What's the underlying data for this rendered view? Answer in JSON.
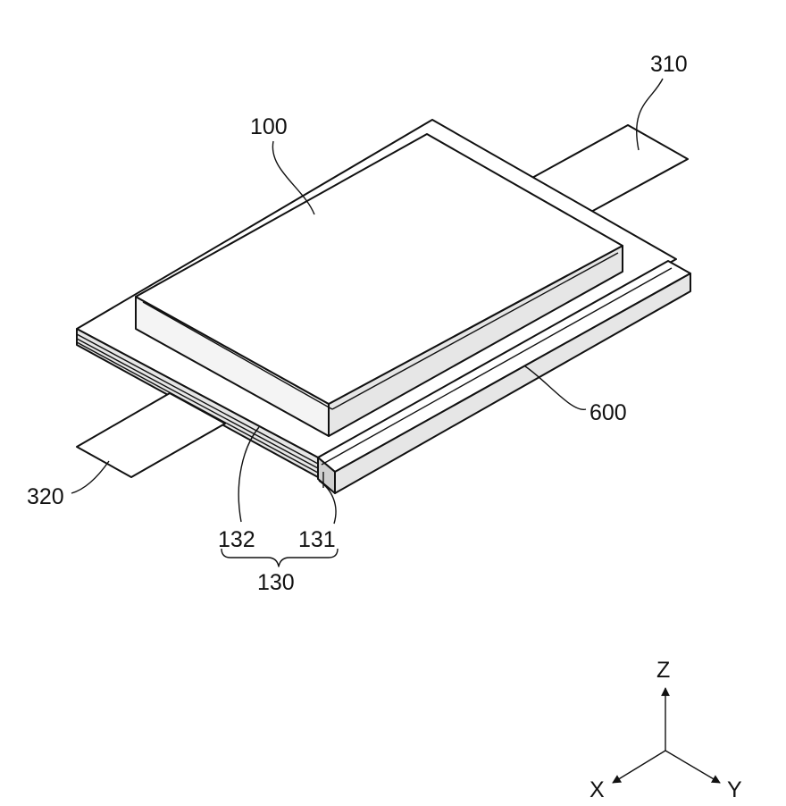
{
  "labels": {
    "battery_body": "100",
    "electrode_tab_upper": "310",
    "electrode_tab_lower": "320",
    "cover_member": "600",
    "layer_a": "132",
    "layer_b": "131",
    "sealing_layers": "130"
  },
  "axes": {
    "z": "Z",
    "x": "X",
    "y": "Y"
  }
}
